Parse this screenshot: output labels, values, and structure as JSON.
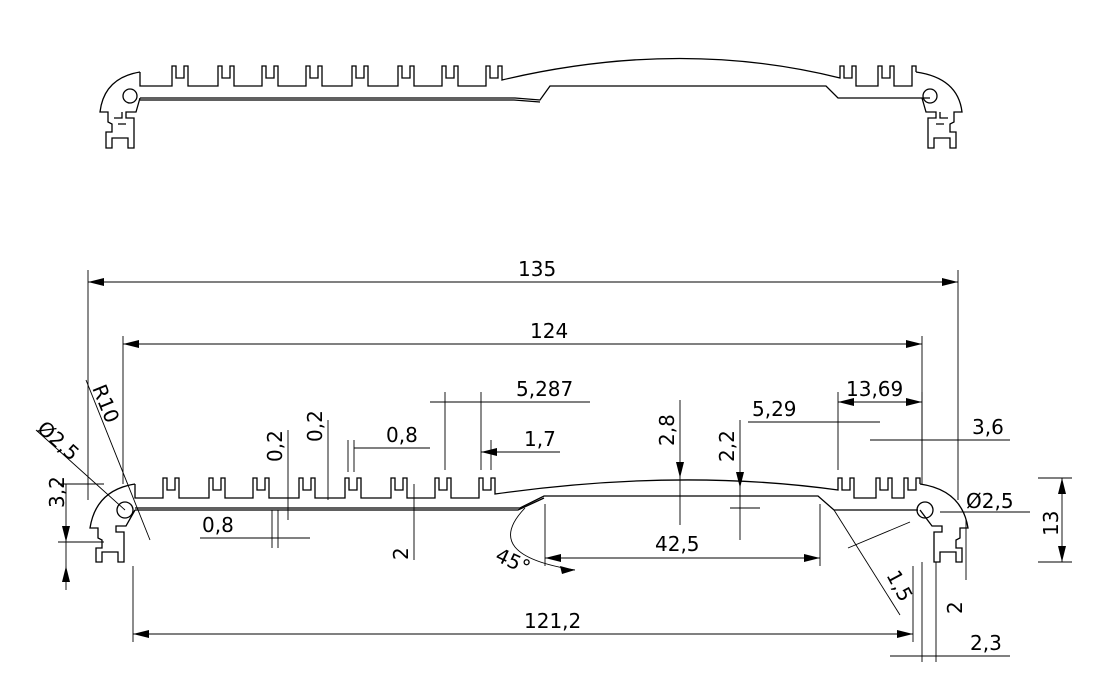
{
  "drawing": {
    "background": "#ffffff",
    "line_color": "#000000"
  },
  "dimensions": {
    "overall_width": "135",
    "inner_width": "124",
    "bottom_width": "121,2",
    "center_flat": "42,5",
    "radius": "R10",
    "hole_left": "Ø2,5",
    "hole_right": "Ø2,5",
    "height_left": "3,2",
    "total_height": "13",
    "angle": "45°",
    "chamfer": "1,5",
    "slot_width_a": "0,8",
    "slot_width_b": "0,8",
    "wall_a": "0,2",
    "wall_b": "0,2",
    "base_thickness": "2",
    "fin_pitch": "5,287",
    "fin_gap": "1,7",
    "arc_height": "2,8",
    "step_height": "2,2",
    "right_pitch": "5,29",
    "right_span": "13,69",
    "right_offset": "3,6",
    "foot_height": "2",
    "foot_width": "2,3"
  }
}
